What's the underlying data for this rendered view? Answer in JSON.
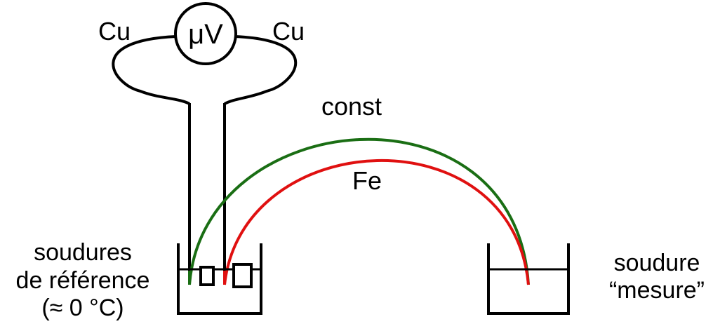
{
  "meter": {
    "symbol": "μV",
    "left_wire_label": "Cu",
    "right_wire_label": "Cu"
  },
  "wires": {
    "outer_label": "const",
    "inner_label": "Fe",
    "outer_color": "#1a6e14",
    "inner_color": "#e01010"
  },
  "reference_bath": {
    "label_line1": "soudures",
    "label_line2": "de référence",
    "label_line3": "(≈ 0 °C)"
  },
  "measure_bath": {
    "label_line1": "soudure",
    "label_line2": "“mesure”"
  }
}
